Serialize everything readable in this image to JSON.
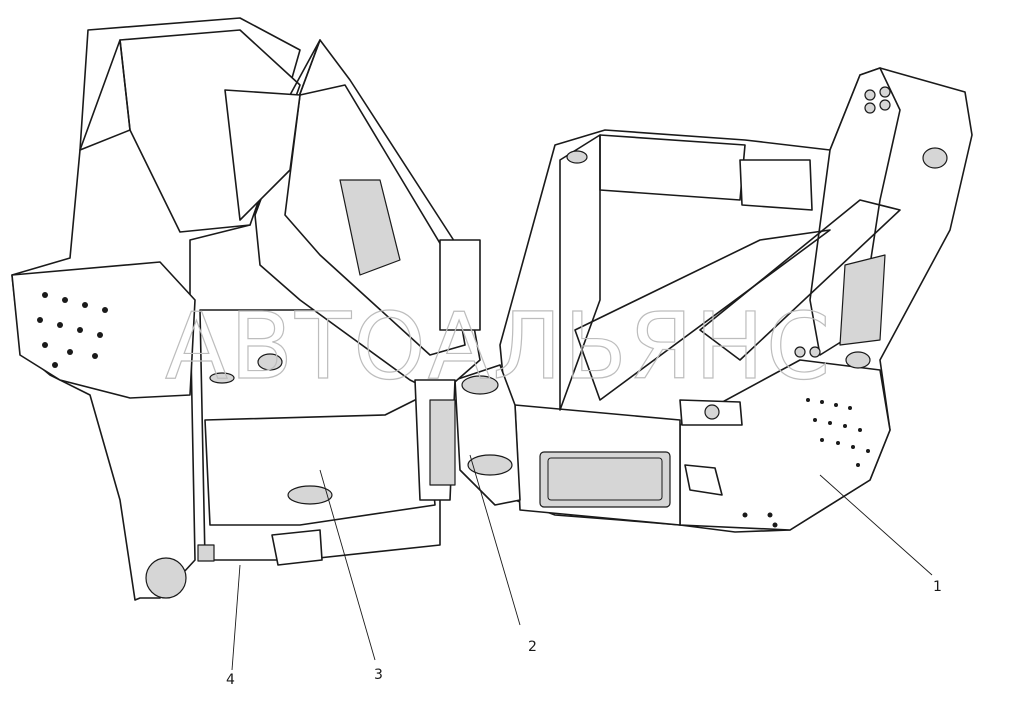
{
  "watermark": "АВТОАЛЬЯНС",
  "callouts": [
    {
      "id": "c1",
      "label": "1"
    },
    {
      "id": "c2",
      "label": "2"
    },
    {
      "id": "c3",
      "label": "3"
    },
    {
      "id": "c4",
      "label": "4"
    }
  ]
}
